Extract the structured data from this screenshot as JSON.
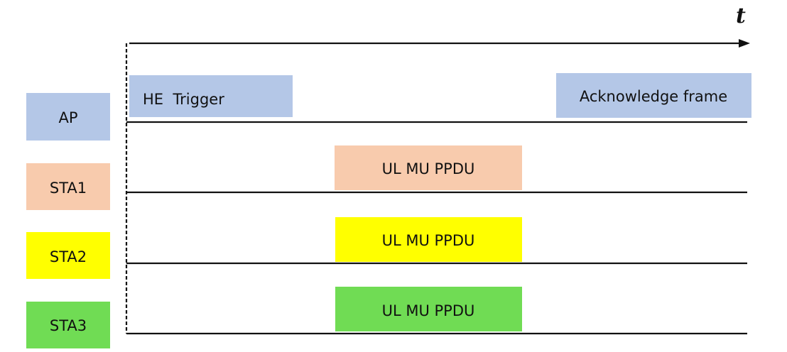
{
  "time_axis": {
    "label": "t"
  },
  "rows": [
    {
      "id": "ap",
      "label": "AP",
      "color": "#b4c7e7"
    },
    {
      "id": "sta1",
      "label": "STA1",
      "color": "#f8cbad"
    },
    {
      "id": "sta2",
      "label": "STA2",
      "color": "#ffff00"
    },
    {
      "id": "sta3",
      "label": "STA3",
      "color": "#70dc54"
    }
  ],
  "frames": [
    {
      "id": "he-trigger",
      "row": "ap",
      "label": "HE  Trigger",
      "color": "#b4c7e7"
    },
    {
      "id": "acknowledge-frame",
      "row": "ap",
      "label": "Acknowledge frame",
      "color": "#b4c7e7"
    },
    {
      "id": "ul-mu-ppdu-sta1",
      "row": "sta1",
      "label": "UL MU PPDU",
      "color": "#f8cbad"
    },
    {
      "id": "ul-mu-ppdu-sta2",
      "row": "sta2",
      "label": "UL MU PPDU",
      "color": "#ffff00"
    },
    {
      "id": "ul-mu-ppdu-sta3",
      "row": "sta3",
      "label": "UL MU PPDU",
      "color": "#70dc54"
    }
  ]
}
